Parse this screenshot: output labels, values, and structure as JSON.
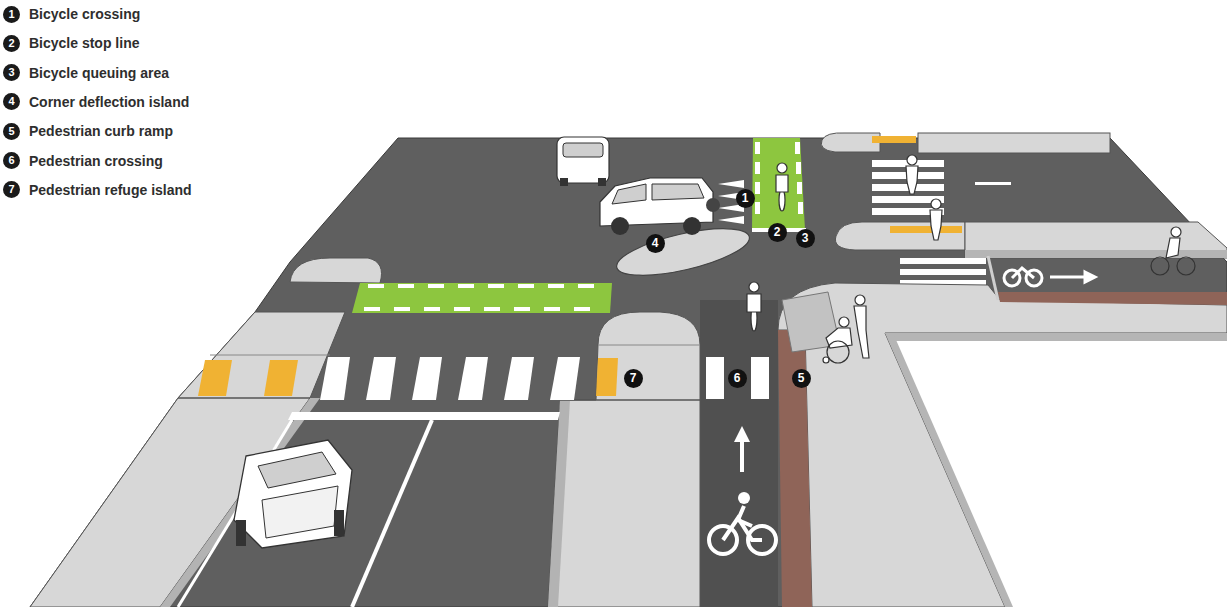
{
  "diagram": {
    "labels": [
      "1",
      "2",
      "3",
      "4",
      "5",
      "6",
      "7",
      "1",
      "2",
      "3",
      "4",
      "5",
      "6",
      "7"
    ],
    "legend": [
      {
        "text": "Bicycle crossing"
      },
      {
        "text": "Bicycle stop line"
      },
      {
        "text": "Bicycle queuing area"
      },
      {
        "text": "Corner deflection island"
      },
      {
        "text": "Pedestrian curb ramp"
      },
      {
        "text": "Pedestrian crossing"
      },
      {
        "text": "Pedestrian refuge island"
      }
    ]
  }
}
